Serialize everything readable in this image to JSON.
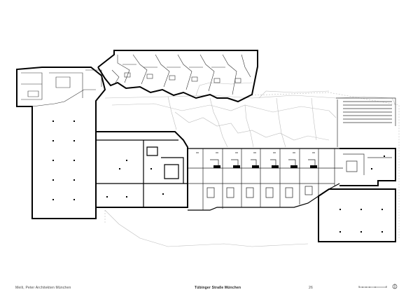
{
  "footer": {
    "credit": "Meili, Peter Architekten München",
    "project": "Tübinger Straße München",
    "page_number": "26"
  },
  "colors": {
    "wall": "#000000",
    "partition": "#333333",
    "context_line": "#b8b8b8",
    "background": "#ffffff"
  },
  "icons": {
    "scale_bar": "scale-bar-icon",
    "north": "north-arrow-icon"
  }
}
